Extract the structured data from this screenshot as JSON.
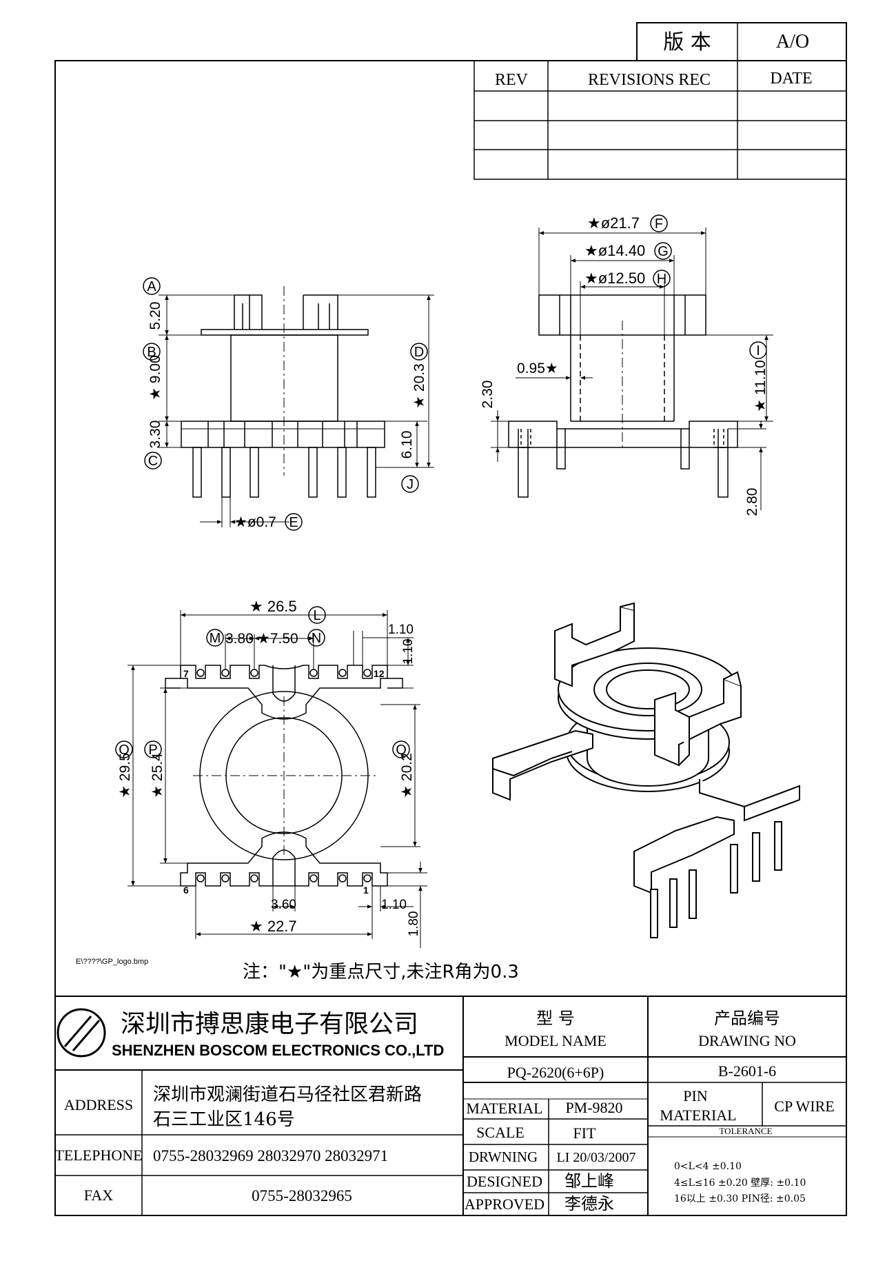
{
  "version_box": {
    "label": "版 本",
    "value": "A/O"
  },
  "revision_table": {
    "headers": [
      "REV",
      "REVISIONS REC",
      "DATE"
    ],
    "rows": [
      [
        "",
        "",
        ""
      ],
      [
        "",
        "",
        ""
      ],
      [
        "",
        "",
        ""
      ]
    ]
  },
  "side_view": {
    "labels": [
      "A",
      "B",
      "C",
      "D",
      "E",
      "J"
    ],
    "dims": {
      "a": "5.20",
      "b": "★ 9.00",
      "c": "3.30",
      "d": "★ 20.3",
      "j": "6.10",
      "e": "★ø0.7"
    }
  },
  "end_view": {
    "labels": [
      "F",
      "G",
      "H",
      "I"
    ],
    "dims": {
      "f": "★ø21.7",
      "g": "★ø14.40",
      "h": "★ø12.50",
      "i": "★ 11.10",
      "wall": "0.95★",
      "flange": "2.30",
      "pin": "2.80"
    }
  },
  "top_view": {
    "labels": [
      "L",
      "M",
      "N",
      "O",
      "P",
      "Q"
    ],
    "pin_numbers": [
      "7",
      "12",
      "6",
      "1"
    ],
    "dims": {
      "l": "★ 26.5",
      "m": "3.80",
      "n": "★7.50",
      "o": "★ 29.5",
      "p": "★ 25.4",
      "q": "★ 20.2",
      "top_w": "1.10",
      "top_h": "1.10",
      "bot_slot": "3.60",
      "bot_w": "1.10",
      "bot_h": "1.80",
      "base": "★ 22.7"
    }
  },
  "logo_path": "E\\????\\GP_logo.bmp",
  "note": "注：\"★\"为重点尺寸,未注R角为0.3",
  "company": {
    "name_cn": "深圳市搏思康电子有限公司",
    "name_en": "SHENZHEN BOSCOM ELECTRONICS CO.,LTD"
  },
  "title_block": {
    "model_label_cn": "型 号",
    "model_label_en": "MODEL NAME",
    "model_value": "PQ-2620(6+6P)",
    "drawing_label_cn": "产品编号",
    "drawing_label_en": "DRAWING NO",
    "drawing_value": "B-2601-6",
    "address_label": "ADDRESS",
    "address_line1": "深圳市观澜街道石马径社区君新路",
    "address_line2": "石三工业区146号",
    "telephone_label": "TELEPHONE",
    "telephone_value": "0755-28032969 28032970 28032971",
    "fax_label": "FAX",
    "fax_value": "0755-28032965",
    "material_label": "MATERIAL",
    "material_value": "PM-9820",
    "scale_label": "SCALE",
    "scale_value": "FIT",
    "drawing_by_label": "DRWNING",
    "drawing_by_value": "LI 20/03/2007",
    "designed_label": "DESIGNED",
    "designed_value": "邹上峰",
    "approved_label": "APPROVED",
    "approved_value": "李德永",
    "pin_material_label_1": "PIN",
    "pin_material_label_2": "MATERIAL",
    "pin_material_value": "CP WIRE",
    "tolerance_label": "TOLERANCE",
    "tolerance_lines": [
      "0<L<4   ±0.10",
      "4≤L≤16 ±0.20  壁厚: ±0.10",
      "16以上   ±0.30  PIN径: ±0.05"
    ]
  }
}
